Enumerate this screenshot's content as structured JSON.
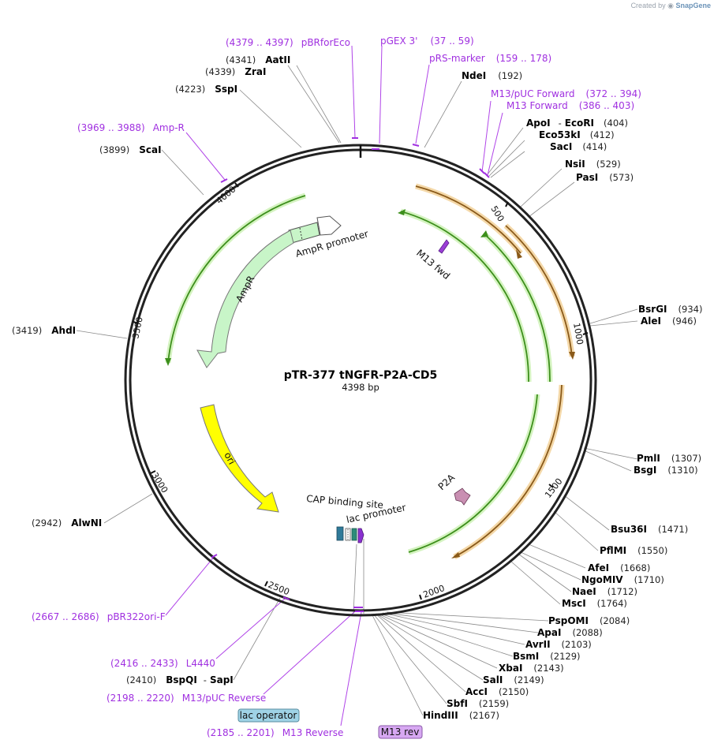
{
  "credit": {
    "prefix": "Created by",
    "brand": "SnapGene"
  },
  "plasmid": {
    "name": "pTR-377 tNGFR-P2A-CD5",
    "length_label": "4398 bp",
    "length": 4398
  },
  "ticks": [
    "500",
    "1000",
    "1500",
    "2000",
    "2500",
    "3000",
    "3500",
    "4000"
  ],
  "features": {
    "ampr_promoter": "AmpR promoter",
    "ampr": "AmpR",
    "m13fwd": "M13 fwd",
    "ori": "ori",
    "cap": "CAP binding site",
    "lac_promoter": "lac promoter",
    "p2a": "P2A",
    "lac_operator": "lac operator",
    "m13rev": "M13 rev"
  },
  "enzymes": [
    {
      "name": "NdeI",
      "pos": "(192)"
    },
    {
      "name": "ApoI",
      "sep": "-",
      "name2": "EcoRI",
      "pos": "(404)"
    },
    {
      "name": "Eco53kI",
      "pos": "(412)"
    },
    {
      "name": "SacI",
      "pos": "(414)"
    },
    {
      "name": "NsiI",
      "pos": "(529)"
    },
    {
      "name": "PasI",
      "pos": "(573)"
    },
    {
      "name": "BsrGI",
      "pos": "(934)"
    },
    {
      "name": "AleI",
      "pos": "(946)"
    },
    {
      "name": "PmlI",
      "pos": "(1307)"
    },
    {
      "name": "BsgI",
      "pos": "(1310)"
    },
    {
      "name": "Bsu36I",
      "pos": "(1471)"
    },
    {
      "name": "PflMI",
      "pos": "(1550)"
    },
    {
      "name": "AfeI",
      "pos": "(1668)"
    },
    {
      "name": "NgoMIV",
      "pos": "(1710)"
    },
    {
      "name": "NaeI",
      "pos": "(1712)"
    },
    {
      "name": "MscI",
      "pos": "(1764)"
    },
    {
      "name": "PspOMI",
      "pos": "(2084)"
    },
    {
      "name": "ApaI",
      "pos": "(2088)"
    },
    {
      "name": "AvrII",
      "pos": "(2103)"
    },
    {
      "name": "BsmI",
      "pos": "(2129)"
    },
    {
      "name": "XbaI",
      "pos": "(2143)"
    },
    {
      "name": "SalI",
      "pos": "(2149)"
    },
    {
      "name": "AccI",
      "pos": "(2150)"
    },
    {
      "name": "SbfI",
      "pos": "(2159)"
    },
    {
      "name": "HindIII",
      "pos": "(2167)"
    },
    {
      "name": "BspQI",
      "sep": "-",
      "name2": "SapI",
      "pos": "(2410)"
    },
    {
      "name": "AlwNI",
      "pos": "(2942)"
    },
    {
      "name": "AhdI",
      "pos": "(3419)"
    },
    {
      "name": "ScaI",
      "pos": "(3899)"
    },
    {
      "name": "SspI",
      "pos": "(4223)"
    },
    {
      "name": "ZraI",
      "pos": "(4339)"
    },
    {
      "name": "AatII",
      "pos": "(4341)"
    }
  ],
  "primers": [
    {
      "range": "(4379 .. 4397)",
      "name": "pBRforEco"
    },
    {
      "name": "pGEX 3'",
      "range": "(37 .. 59)"
    },
    {
      "name": "pRS-marker",
      "range": "(159 .. 178)"
    },
    {
      "name": "M13/pUC Forward",
      "range": "(372 .. 394)"
    },
    {
      "name": "M13 Forward",
      "range": "(386 .. 403)"
    },
    {
      "range": "(3969 .. 3988)",
      "name": "Amp-R"
    },
    {
      "range": "(2667 .. 2686)",
      "name": "pBR322ori-F"
    },
    {
      "range": "(2416 .. 2433)",
      "name": "L4440"
    },
    {
      "range": "(2198 .. 2220)",
      "name": "M13/pUC Reverse"
    },
    {
      "range": "(2185 .. 2201)",
      "name": "M13 Reverse"
    }
  ],
  "colors": {
    "backbone": "#222222",
    "ampr_fill": "#c8f5c8",
    "ori_fill": "#ffff00",
    "green_arc": "#3d8f1c",
    "orange_arc": "#e8a24a",
    "primer": "#a030e0",
    "p2a_fill": "#c98fb2",
    "lac_operator_bg": "#9fd3e6",
    "m13rev_bg": "#d7a8f2"
  }
}
